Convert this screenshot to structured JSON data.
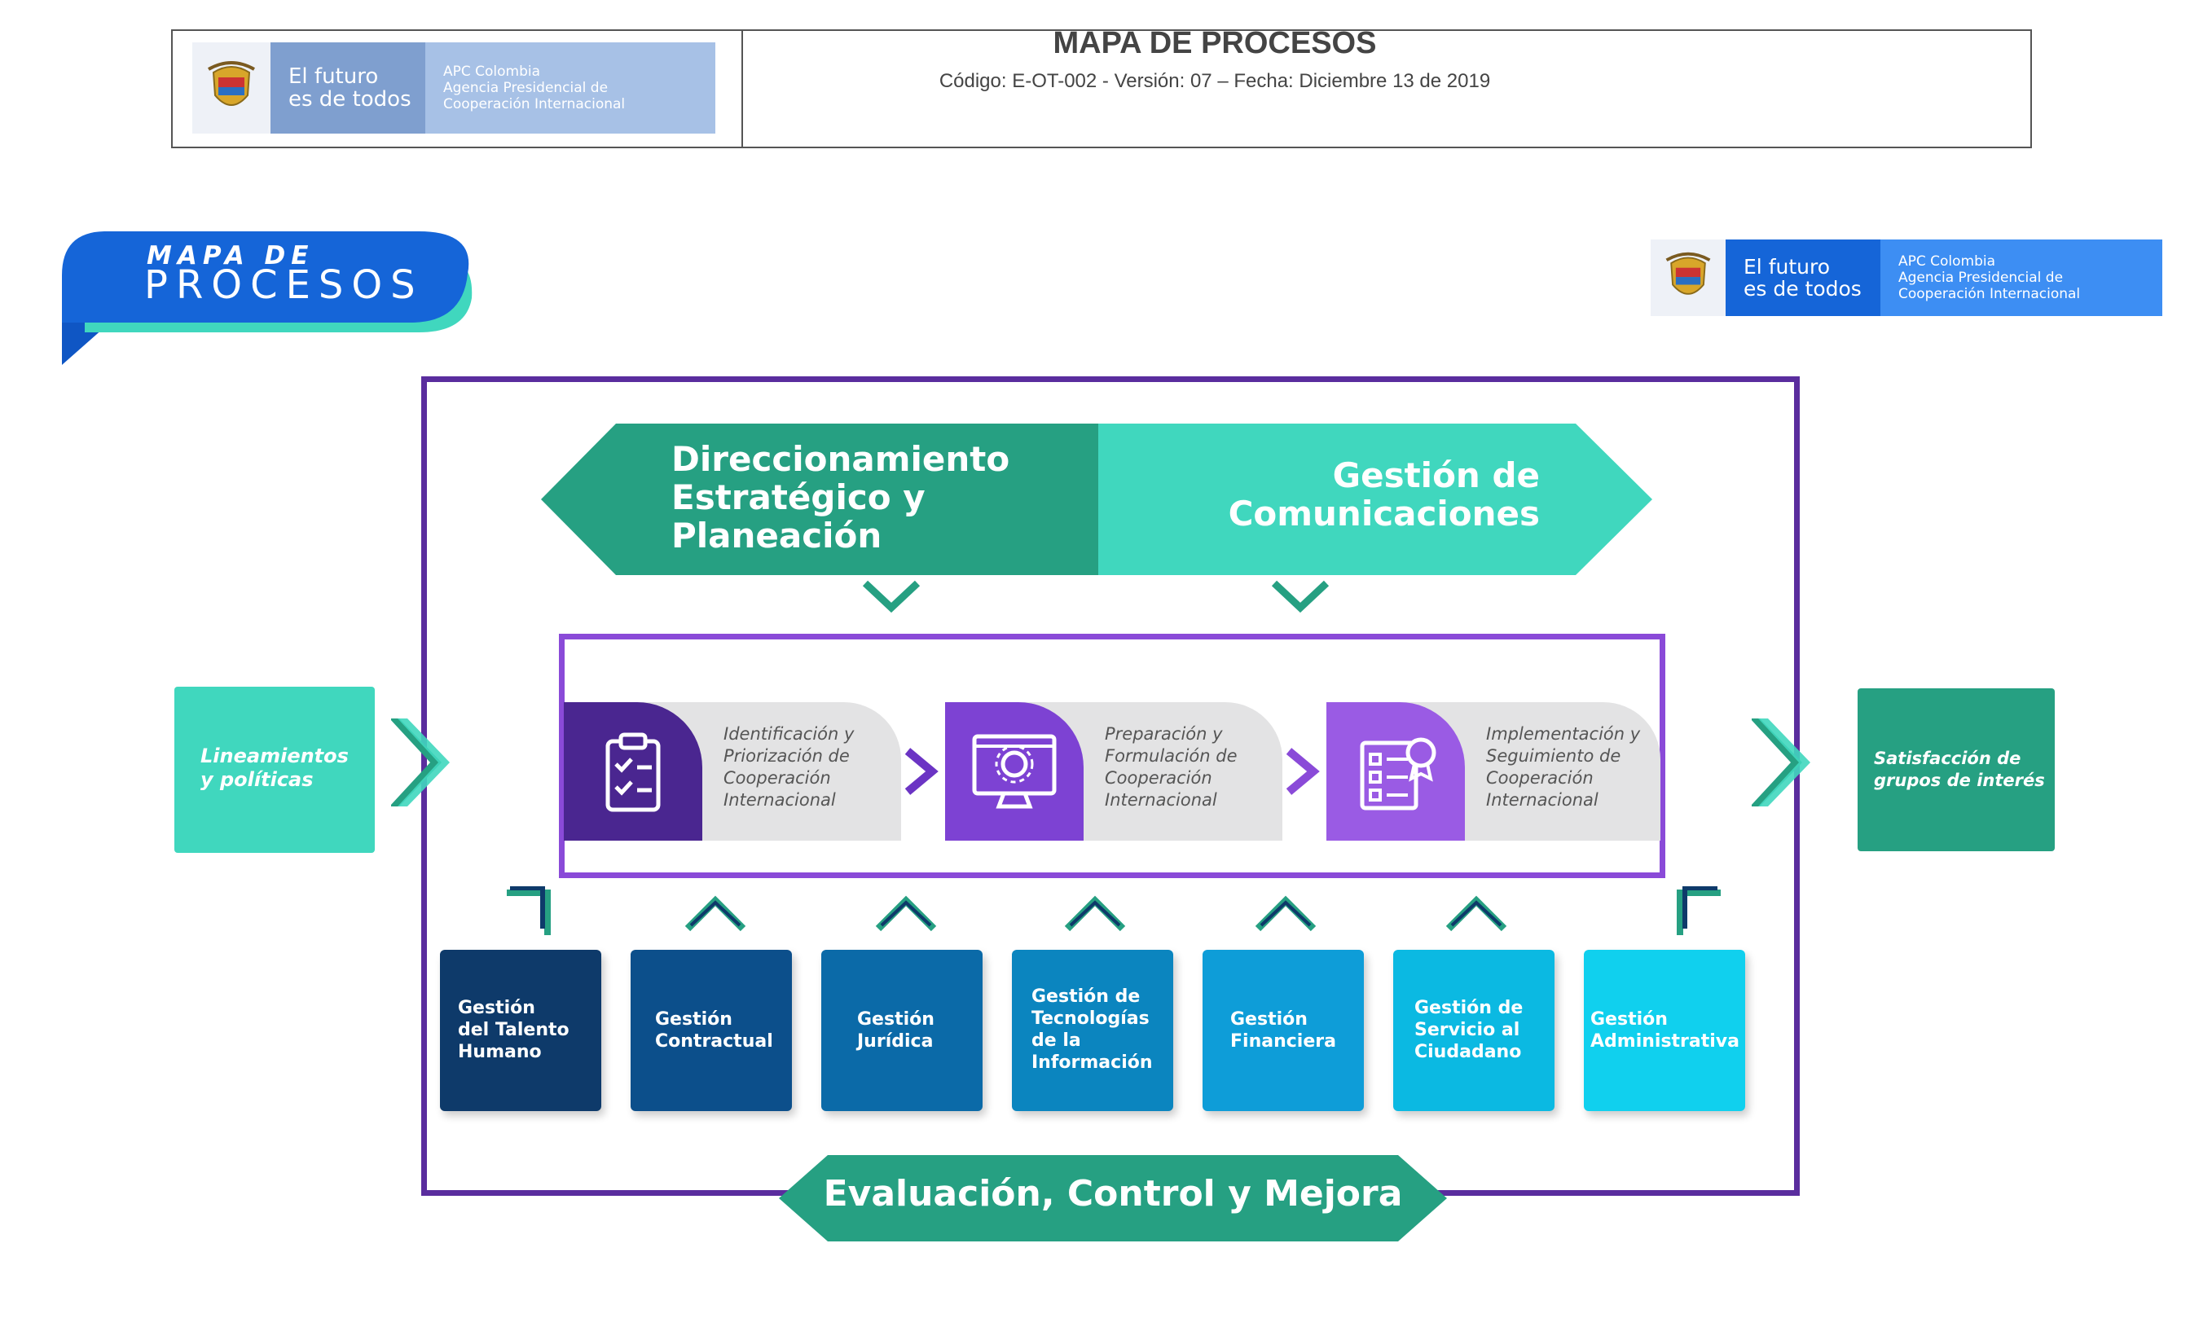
{
  "document": {
    "title": "MAPA DE PROCESOS",
    "code": "Código: E-OT-002 - Versión: 07 – Fecha: Diciembre 13 de 2019"
  },
  "logo": {
    "futuro_l1": "El futuro",
    "futuro_l2": "es de todos",
    "apc_l1": "APC Colombia",
    "apc_l2": "Agencia Presidencial de",
    "apc_l3": "Cooperación Internacional"
  },
  "poster": {
    "title_l1": "MAPA DE",
    "title_l2": "PROCESOS"
  },
  "strategic": {
    "direccionamiento": [
      "Direccionamiento",
      "Estratégico y",
      "Planeación"
    ],
    "comunicaciones": [
      "Gestión de",
      "Comunicaciones"
    ]
  },
  "input": [
    "Lineamientos",
    "y políticas"
  ],
  "output": [
    "Satisfacción de",
    "grupos de interés"
  ],
  "missional": [
    {
      "lines": [
        "Identificación y",
        "Priorización de",
        "Cooperación",
        "Internacional"
      ],
      "icon": "clipboard-checklist-icon"
    },
    {
      "lines": [
        "Preparación y",
        "Formulación de",
        "Cooperación",
        "Internacional"
      ],
      "icon": "monitor-gear-icon"
    },
    {
      "lines": [
        "Implementación y",
        "Seguimiento de",
        "Cooperación",
        "Internacional"
      ],
      "icon": "document-award-icon"
    }
  ],
  "support": [
    {
      "lines": [
        "Gestión",
        "del Talento",
        "Humano"
      ],
      "color": "#0e3a6a"
    },
    {
      "lines": [
        "Gestión",
        "Contractual"
      ],
      "color": "#0c4f8b"
    },
    {
      "lines": [
        "Gestión",
        "Jurídica"
      ],
      "color": "#0b6aa8"
    },
    {
      "lines": [
        "Gestión de",
        "Tecnologías",
        "de la",
        "Información"
      ],
      "color": "#0b85bf"
    },
    {
      "lines": [
        "Gestión",
        "Financiera"
      ],
      "color": "#0e9dd8"
    },
    {
      "lines": [
        "Gestión de",
        "Servicio al",
        "Ciudadano"
      ],
      "color": "#0bb9e2"
    },
    {
      "lines": [
        "Gestión",
        "Administrativa"
      ],
      "color": "#10d0ee"
    }
  ],
  "evaluation": "Evaluación, Control y Mejora",
  "colors": {
    "teal_light": "#40d7be",
    "teal_dark": "#26a082",
    "purple_frame": "#5a2d9e",
    "purple_bracket": "#8a4ad8"
  }
}
